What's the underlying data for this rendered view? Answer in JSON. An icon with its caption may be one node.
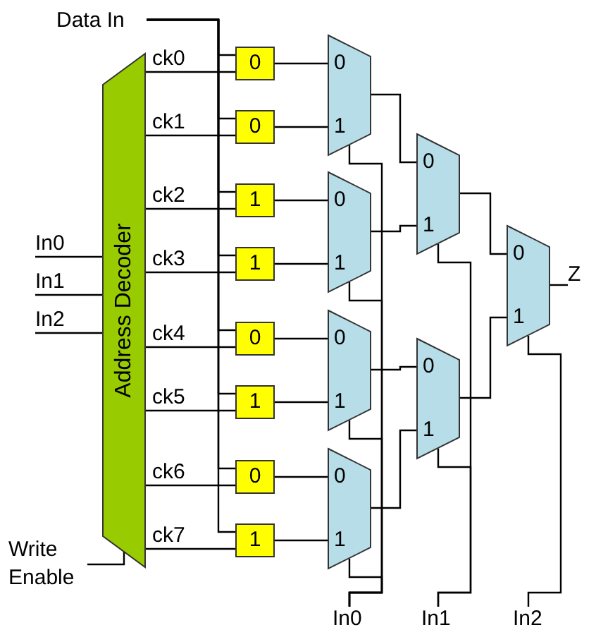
{
  "diagram": {
    "nodes": [
      {
        "text": [
          "Data In"
        ]
      },
      {
        "text": [
          "Address Decoder"
        ]
      },
      {
        "text": [
          "In0"
        ]
      },
      {
        "text": [
          "In1"
        ]
      },
      {
        "text": [
          "In2"
        ]
      },
      {
        "text": [
          "Write Enable"
        ]
      },
      {
        "text": [
          "0"
        ]
      },
      {
        "text": [
          "0"
        ]
      },
      {
        "text": [
          "1"
        ]
      },
      {
        "text": [
          "1"
        ]
      },
      {
        "text": [
          "0"
        ]
      },
      {
        "text": [
          "1"
        ]
      },
      {
        "text": [
          "0"
        ]
      },
      {
        "text": [
          "1"
        ]
      },
      {
        "text": [
          "0",
          "1"
        ]
      },
      {
        "text": [
          "0",
          "1"
        ]
      },
      {
        "text": [
          "0",
          "1"
        ]
      },
      {
        "text": [
          "0",
          "1"
        ]
      },
      {
        "text": [
          "0",
          "1"
        ]
      },
      {
        "text": [
          "0",
          "1"
        ]
      },
      {
        "text": [
          "0",
          "1"
        ]
      },
      {
        "text": [
          "Z"
        ]
      },
      {
        "text": [
          "In0"
        ]
      },
      {
        "text": [
          "In1"
        ]
      },
      {
        "text": [
          "In2"
        ]
      }
    ],
    "edges": [
      {
        "from": 0,
        "to": 6,
        "arrow": "none"
      },
      {
        "from": 0,
        "to": 7,
        "arrow": "none"
      },
      {
        "from": 0,
        "to": 8,
        "arrow": "none"
      },
      {
        "from": 0,
        "to": 9,
        "arrow": "none"
      },
      {
        "from": 0,
        "to": 10,
        "arrow": "none"
      },
      {
        "from": 0,
        "to": 11,
        "arrow": "none"
      },
      {
        "from": 0,
        "to": 12,
        "arrow": "none"
      },
      {
        "from": 0,
        "to": 13,
        "arrow": "none"
      },
      {
        "from": 2,
        "to": 1,
        "arrow": "none"
      },
      {
        "from": 3,
        "to": 1,
        "arrow": "none"
      },
      {
        "from": 4,
        "to": 1,
        "arrow": "none"
      },
      {
        "from": 5,
        "to": 1,
        "arrow": "none"
      },
      {
        "from": 1,
        "to": 6,
        "arrow": "none",
        "label": "ck0"
      },
      {
        "from": 1,
        "to": 7,
        "arrow": "none",
        "label": "ck1"
      },
      {
        "from": 1,
        "to": 8,
        "arrow": "none",
        "label": "ck2"
      },
      {
        "from": 1,
        "to": 9,
        "arrow": "none",
        "label": "ck3"
      },
      {
        "from": 1,
        "to": 10,
        "arrow": "none",
        "label": "ck4"
      },
      {
        "from": 1,
        "to": 11,
        "arrow": "none",
        "label": "ck5"
      },
      {
        "from": 1,
        "to": 12,
        "arrow": "none",
        "label": "ck6"
      },
      {
        "from": 1,
        "to": 13,
        "arrow": "none",
        "label": "ck7"
      },
      {
        "from": 6,
        "to": 14,
        "arrow": "none"
      },
      {
        "from": 7,
        "to": 14,
        "arrow": "none"
      },
      {
        "from": 8,
        "to": 15,
        "arrow": "none"
      },
      {
        "from": 9,
        "to": 15,
        "arrow": "none"
      },
      {
        "from": 10,
        "to": 16,
        "arrow": "none"
      },
      {
        "from": 11,
        "to": 16,
        "arrow": "none"
      },
      {
        "from": 12,
        "to": 17,
        "arrow": "none"
      },
      {
        "from": 13,
        "to": 17,
        "arrow": "none"
      },
      {
        "from": 14,
        "to": 18,
        "arrow": "none"
      },
      {
        "from": 15,
        "to": 18,
        "arrow": "none"
      },
      {
        "from": 16,
        "to": 19,
        "arrow": "none"
      },
      {
        "from": 17,
        "to": 19,
        "arrow": "none"
      },
      {
        "from": 18,
        "to": 20,
        "arrow": "none"
      },
      {
        "from": 19,
        "to": 20,
        "arrow": "none"
      },
      {
        "from": 20,
        "to": 21,
        "arrow": "none"
      },
      {
        "from": 22,
        "to": 14,
        "arrow": "none"
      },
      {
        "from": 22,
        "to": 15,
        "arrow": "none"
      },
      {
        "from": 22,
        "to": 16,
        "arrow": "none"
      },
      {
        "from": 22,
        "to": 17,
        "arrow": "none"
      },
      {
        "from": 23,
        "to": 18,
        "arrow": "none"
      },
      {
        "from": 23,
        "to": 19,
        "arrow": "none"
      },
      {
        "from": 24,
        "to": 20,
        "arrow": "none"
      }
    ]
  }
}
